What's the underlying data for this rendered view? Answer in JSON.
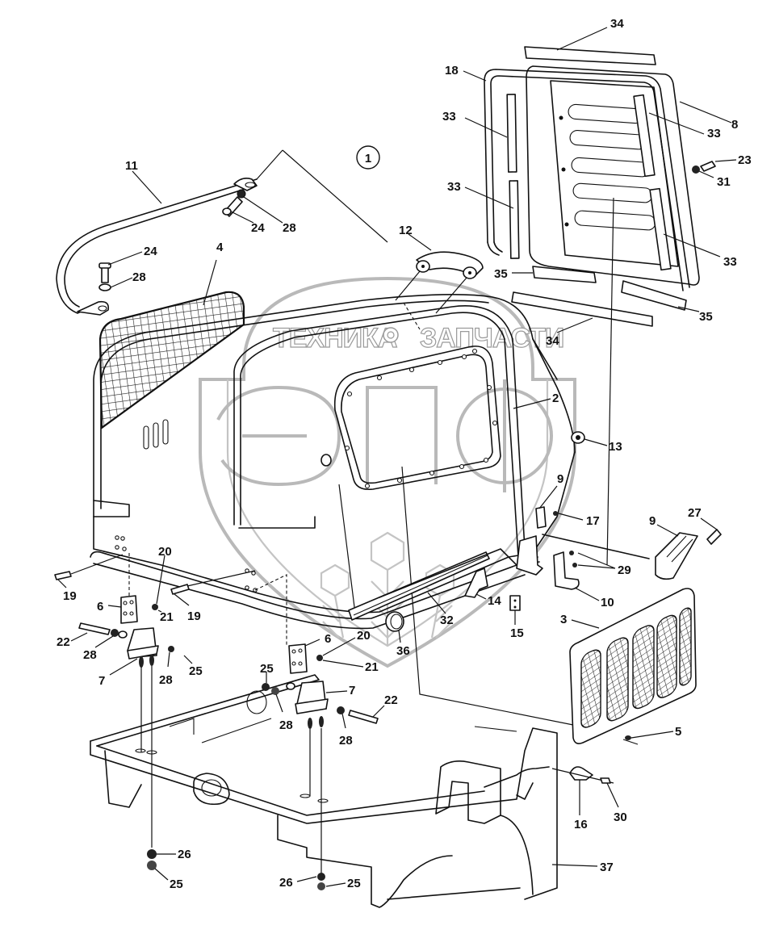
{
  "diagram": {
    "title": "Hood assembly exploded parts view",
    "assembly_marker": "1",
    "watermark": {
      "text_left": "ТЕХНИКА",
      "text_right": "ЗАПЧАСТИ",
      "logo_letters": "ЭПФ"
    },
    "callouts": [
      {
        "id": "c34a",
        "label": "34"
      },
      {
        "id": "c18",
        "label": "18"
      },
      {
        "id": "c33a",
        "label": "33"
      },
      {
        "id": "c33b",
        "label": "33"
      },
      {
        "id": "c33c",
        "label": "33"
      },
      {
        "id": "c33d",
        "label": "33"
      },
      {
        "id": "c8",
        "label": "8"
      },
      {
        "id": "c23",
        "label": "23"
      },
      {
        "id": "c31",
        "label": "31"
      },
      {
        "id": "c35a",
        "label": "35"
      },
      {
        "id": "c35b",
        "label": "35"
      },
      {
        "id": "c34b",
        "label": "34"
      },
      {
        "id": "c11",
        "label": "11"
      },
      {
        "id": "c24a",
        "label": "24"
      },
      {
        "id": "c28a",
        "label": "28"
      },
      {
        "id": "c24b",
        "label": "24"
      },
      {
        "id": "c28b",
        "label": "28"
      },
      {
        "id": "c4",
        "label": "4"
      },
      {
        "id": "c12",
        "label": "12"
      },
      {
        "id": "c2",
        "label": "2"
      },
      {
        "id": "c13",
        "label": "13"
      },
      {
        "id": "c9a",
        "label": "9"
      },
      {
        "id": "c17",
        "label": "17"
      },
      {
        "id": "c9b",
        "label": "9"
      },
      {
        "id": "c27",
        "label": "27"
      },
      {
        "id": "c29",
        "label": "29"
      },
      {
        "id": "c10",
        "label": "10"
      },
      {
        "id": "c14",
        "label": "14"
      },
      {
        "id": "c15",
        "label": "15"
      },
      {
        "id": "c32",
        "label": "32"
      },
      {
        "id": "c36",
        "label": "36"
      },
      {
        "id": "c3",
        "label": "3"
      },
      {
        "id": "c5",
        "label": "5"
      },
      {
        "id": "c16",
        "label": "16"
      },
      {
        "id": "c30",
        "label": "30"
      },
      {
        "id": "c37",
        "label": "37"
      },
      {
        "id": "c19a",
        "label": "19"
      },
      {
        "id": "c19b",
        "label": "19"
      },
      {
        "id": "c20a",
        "label": "20"
      },
      {
        "id": "c21a",
        "label": "21"
      },
      {
        "id": "c6a",
        "label": "6"
      },
      {
        "id": "c22a",
        "label": "22"
      },
      {
        "id": "c28c",
        "label": "28"
      },
      {
        "id": "c7a",
        "label": "7"
      },
      {
        "id": "c28d",
        "label": "28"
      },
      {
        "id": "c25a",
        "label": "25"
      },
      {
        "id": "c6b",
        "label": "6"
      },
      {
        "id": "c20b",
        "label": "20"
      },
      {
        "id": "c21b",
        "label": "21"
      },
      {
        "id": "c25b",
        "label": "25"
      },
      {
        "id": "c7b",
        "label": "7"
      },
      {
        "id": "c22b",
        "label": "22"
      },
      {
        "id": "c28e",
        "label": "28"
      },
      {
        "id": "c28f",
        "label": "28"
      },
      {
        "id": "c26a",
        "label": "26"
      },
      {
        "id": "c25c",
        "label": "25"
      },
      {
        "id": "c26b",
        "label": "26"
      },
      {
        "id": "c25d",
        "label": "25"
      }
    ]
  }
}
